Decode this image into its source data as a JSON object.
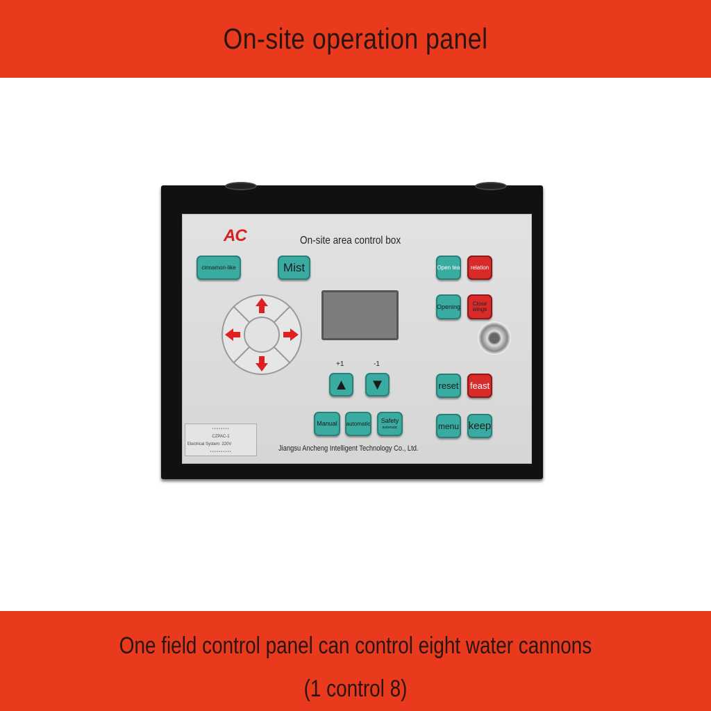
{
  "header": {
    "title": "On-site operation panel"
  },
  "footer": {
    "line1": "One field control panel can control eight water cannons",
    "line2": "(1 control 8)"
  },
  "device": {
    "logo": "AC",
    "title": "On-site area control box",
    "company": "Jiangsu Ancheng Intelligent Technology Co., Ltd.",
    "buttons": {
      "cinnamon": "cinnamon-like",
      "mist": "Mist",
      "open_tea": "Open tea",
      "relation": "relation",
      "opening": "Opening",
      "close_wings": "Close wings",
      "reset": "reset",
      "feast": "feast",
      "menu": "menu",
      "keep": "keep",
      "manual": "Manual",
      "automatic": "automatic",
      "safety": "Safety",
      "safety_sub": "automatic"
    },
    "plus_label": "+1",
    "minus_label": "-1",
    "plate": {
      "model": "CZPAC-1",
      "electrical": "Electrical System: 220V"
    }
  },
  "colors": {
    "brand_red": "#ea3a1e",
    "button_teal": "#3aaba1",
    "button_red": "#d92a2a"
  }
}
